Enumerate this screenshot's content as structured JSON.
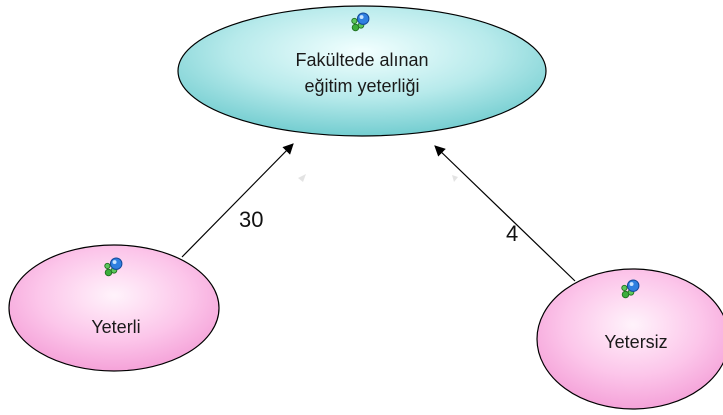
{
  "nodes": {
    "center": {
      "line1": "Fakültede alınan",
      "line2": "eğitim yeterliği",
      "icon": "node-type-icon"
    },
    "left": {
      "label": "Yeterli",
      "icon": "node-type-icon"
    },
    "right": {
      "label": "Yetersiz",
      "icon": "node-type-icon"
    }
  },
  "edges": {
    "left_to_center": {
      "label": "30"
    },
    "right_to_center": {
      "label": "4"
    }
  },
  "colors": {
    "center_fill": "#7fd3d6",
    "center_fill_light": "#e6fbfb",
    "leaf_fill": "#f7a7dd",
    "leaf_fill_light": "#fff0fa",
    "stroke": "#000000",
    "icon_blue": "#2f7fe0",
    "icon_green": "#3cae3c"
  }
}
